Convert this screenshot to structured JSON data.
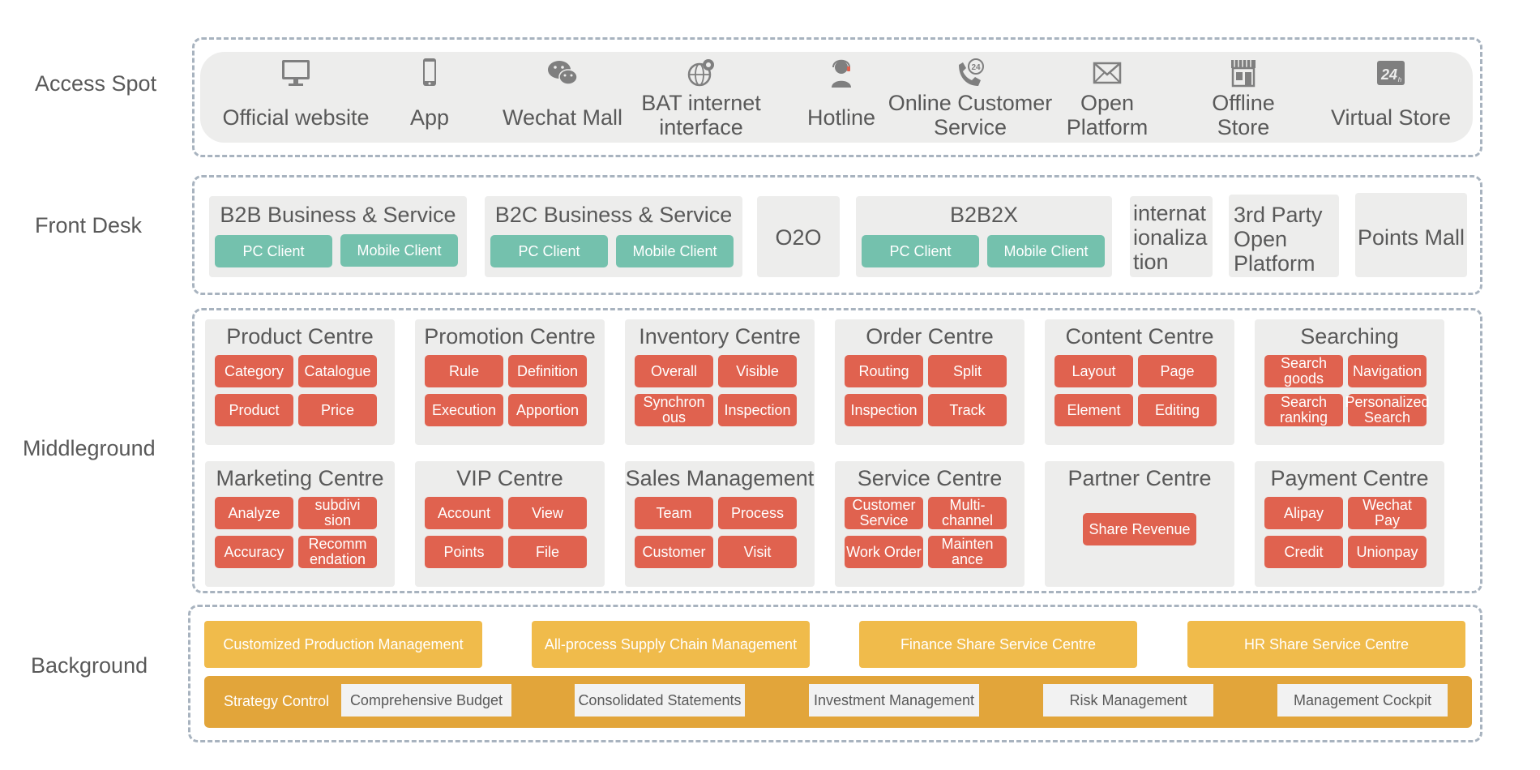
{
  "layers": {
    "access": "Access Spot",
    "front": "Front Desk",
    "middle": "Middleground",
    "background": "Background"
  },
  "access_items": [
    {
      "label": "Official website",
      "icon": "monitor-icon"
    },
    {
      "label": "App",
      "icon": "phone-icon"
    },
    {
      "label": "Wechat Mall",
      "icon": "wechat-icon"
    },
    {
      "label": "BAT internet\ninterface",
      "icon": "globe-icon"
    },
    {
      "label": "Hotline",
      "icon": "headset-agent-icon"
    },
    {
      "label": "Online Customer\nService",
      "icon": "phone-24-icon"
    },
    {
      "label": "Open\nPlatform",
      "icon": "envelope-icon"
    },
    {
      "label": "Offline\nStore",
      "icon": "storefront-icon"
    },
    {
      "label": "Virtual Store",
      "icon": "24h-icon"
    }
  ],
  "front_desk": {
    "b2b": {
      "title": "B2B Business & Service",
      "pc": "PC Client",
      "mobile": "Mobile Client"
    },
    "b2c": {
      "title": "B2C Business & Service",
      "pc": "PC Client",
      "mobile": "Mobile Client"
    },
    "o2o": "O2O",
    "b2b2x": {
      "title": "B2B2X",
      "pc": "PC Client",
      "mobile": "Mobile Client"
    },
    "intl": "internat\nionaliza\ntion",
    "third_party": "3rd Party\nOpen\nPlatform",
    "points_mall": "Points Mall"
  },
  "middle": [
    {
      "title": "Product Centre",
      "items": [
        "Category",
        "Catalogue",
        "Product",
        "Price"
      ]
    },
    {
      "title": "Promotion Centre",
      "items": [
        "Rule",
        "Definition",
        "Execution",
        "Apportion"
      ]
    },
    {
      "title": "Inventory Centre",
      "items": [
        "Overall",
        "Visible",
        "Synchron\nous",
        "Inspection"
      ]
    },
    {
      "title": "Order Centre",
      "items": [
        "Routing",
        "Split",
        "Inspection",
        "Track"
      ]
    },
    {
      "title": "Content Centre",
      "items": [
        "Layout",
        "Page",
        "Element",
        "Editing"
      ]
    },
    {
      "title": "Searching",
      "items": [
        "Search goods",
        "Navigation",
        "Search\nranking",
        "Personalized\nSearch"
      ]
    },
    {
      "title": "Marketing Centre",
      "items": [
        "Analyze",
        "subdivi\nsion",
        "Accuracy",
        "Recomm\nendation"
      ]
    },
    {
      "title": "VIP Centre",
      "items": [
        "Account",
        "View",
        "Points",
        "File"
      ]
    },
    {
      "title": "Sales Management",
      "items": [
        "Team",
        "Process",
        "Customer",
        "Visit"
      ]
    },
    {
      "title": "Service Centre",
      "items": [
        "Customer\nService",
        "Multi-\nchannel",
        "Work Order",
        "Mainten\nance"
      ]
    },
    {
      "title": "Partner Centre",
      "items": [
        "Share Revenue"
      ]
    },
    {
      "title": "Payment Centre",
      "items": [
        "Alipay",
        "Wechat\nPay",
        "Credit",
        "Unionpay"
      ]
    }
  ],
  "background": {
    "services": [
      "Customized Production Management",
      "All-process Supply Chain Management",
      "Finance Share Service Centre",
      "HR Share Service Centre"
    ],
    "strategy_label": "Strategy Control",
    "strategy_items": [
      "Comprehensive Budget",
      "Consolidated Statements",
      "Investment Management",
      "Risk Management",
      "Management Cockpit"
    ]
  },
  "colors": {
    "teal": "#74c1ad",
    "red": "#e0624f",
    "yellow": "#f0bb4b",
    "orange": "#e2a53a",
    "grey_box": "#ededec",
    "dash": "#a8b3bf"
  }
}
